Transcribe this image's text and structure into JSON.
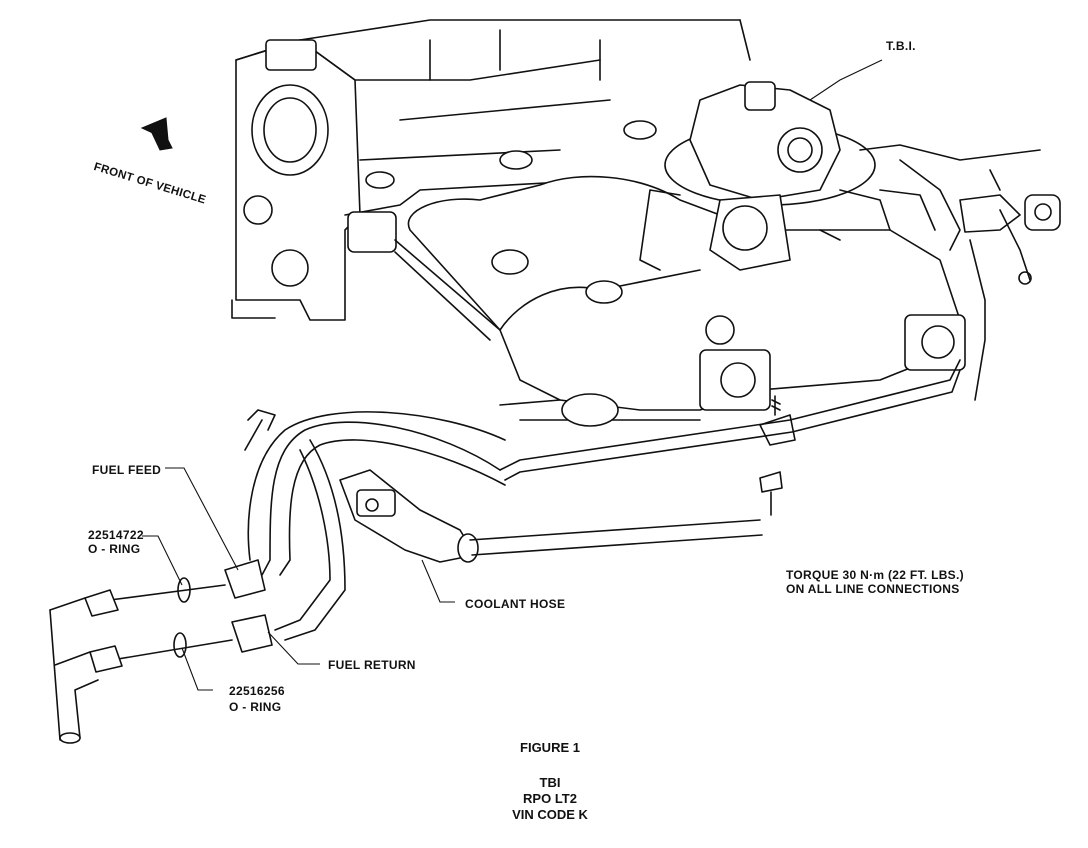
{
  "labels": {
    "front_of_vehicle": "FRONT OF VEHICLE",
    "tbi": "T.B.I.",
    "fuel_feed": "FUEL FEED",
    "oring1_part": "22514722",
    "oring1_name": "O - RING",
    "oring2_part": "22516256",
    "oring2_name": "O - RING",
    "fuel_return": "FUEL RETURN",
    "coolant_hose": "COOLANT HOSE",
    "torque_line1": "TORQUE 30 N·m (22 FT. LBS.)",
    "torque_line2": "ON ALL LINE CONNECTIONS"
  },
  "caption": {
    "figure": "FIGURE 1",
    "line1": "TBI",
    "line2": "RPO LT2",
    "line3": "VIN CODE K"
  },
  "icons": {
    "direction_arrow": "arrow-icon"
  }
}
